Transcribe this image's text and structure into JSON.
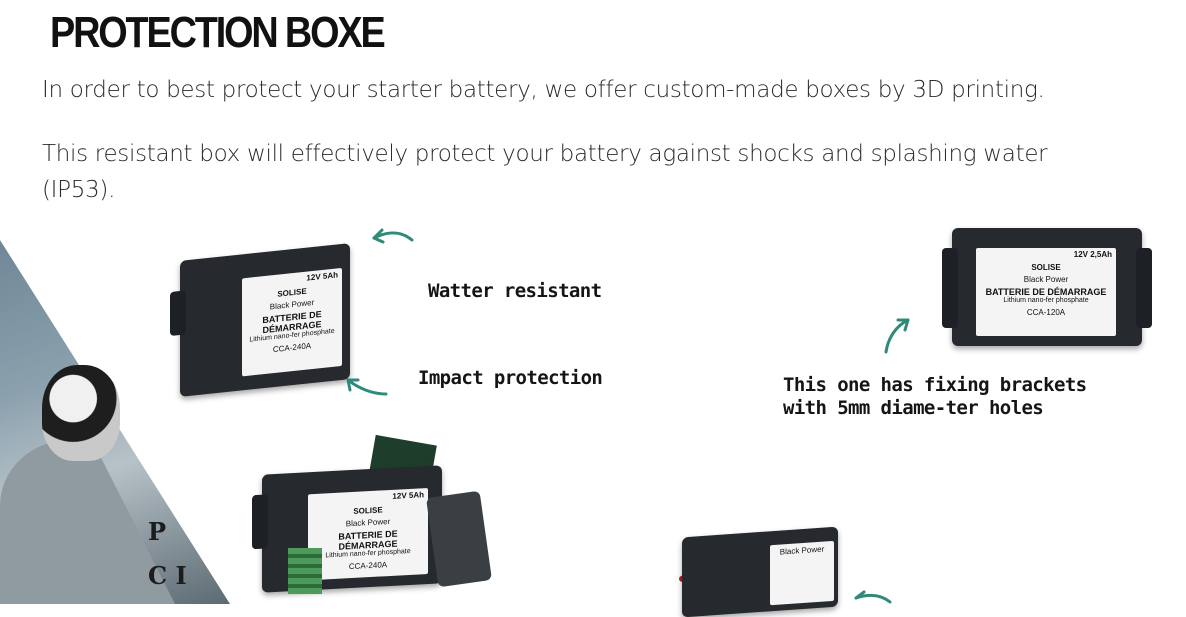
{
  "page": {
    "title": "PROTECTION BOXE",
    "paragraphs": [
      "In order to best protect your starter battery, we offer custom-made boxes by 3D printing.",
      "This resistant box will effectively protect your battery against shocks and splashing water (IP53)."
    ]
  },
  "notes": {
    "water": "Watter resistant",
    "impact": "Impact protection",
    "brackets": "This one has fixing brackets with 5mm diame-ter holes"
  },
  "background_letters": [
    "P",
    "C I"
  ],
  "products": {
    "box_large": {
      "spec": "12V 5Ah",
      "brand": "SOLISE",
      "line": "Black Power",
      "name": "BATTERIE DE DÉMARRAGE",
      "sub": "Lithium nano-fer phosphate",
      "cca": "CCA-240A"
    },
    "box_small": {
      "spec": "12V 2,5Ah",
      "brand": "SOLISE",
      "line": "Black Power",
      "name": "BATTERIE DE DÉMARRAGE",
      "sub": "Lithium nano-fer phosphate",
      "cca": "CCA-120A"
    },
    "box_open": {
      "spec": "12V 5Ah",
      "brand": "SOLISE",
      "line": "Black Power",
      "name": "BATTERIE DE DÉMARRAGE",
      "sub": "Lithium nano-fer phosphate",
      "cca": "CCA-240A"
    },
    "box_bottom": {
      "line": "Black Power"
    }
  },
  "colors": {
    "arrow": "#2f8a78",
    "title": "#111111",
    "box": "#262a2e"
  }
}
